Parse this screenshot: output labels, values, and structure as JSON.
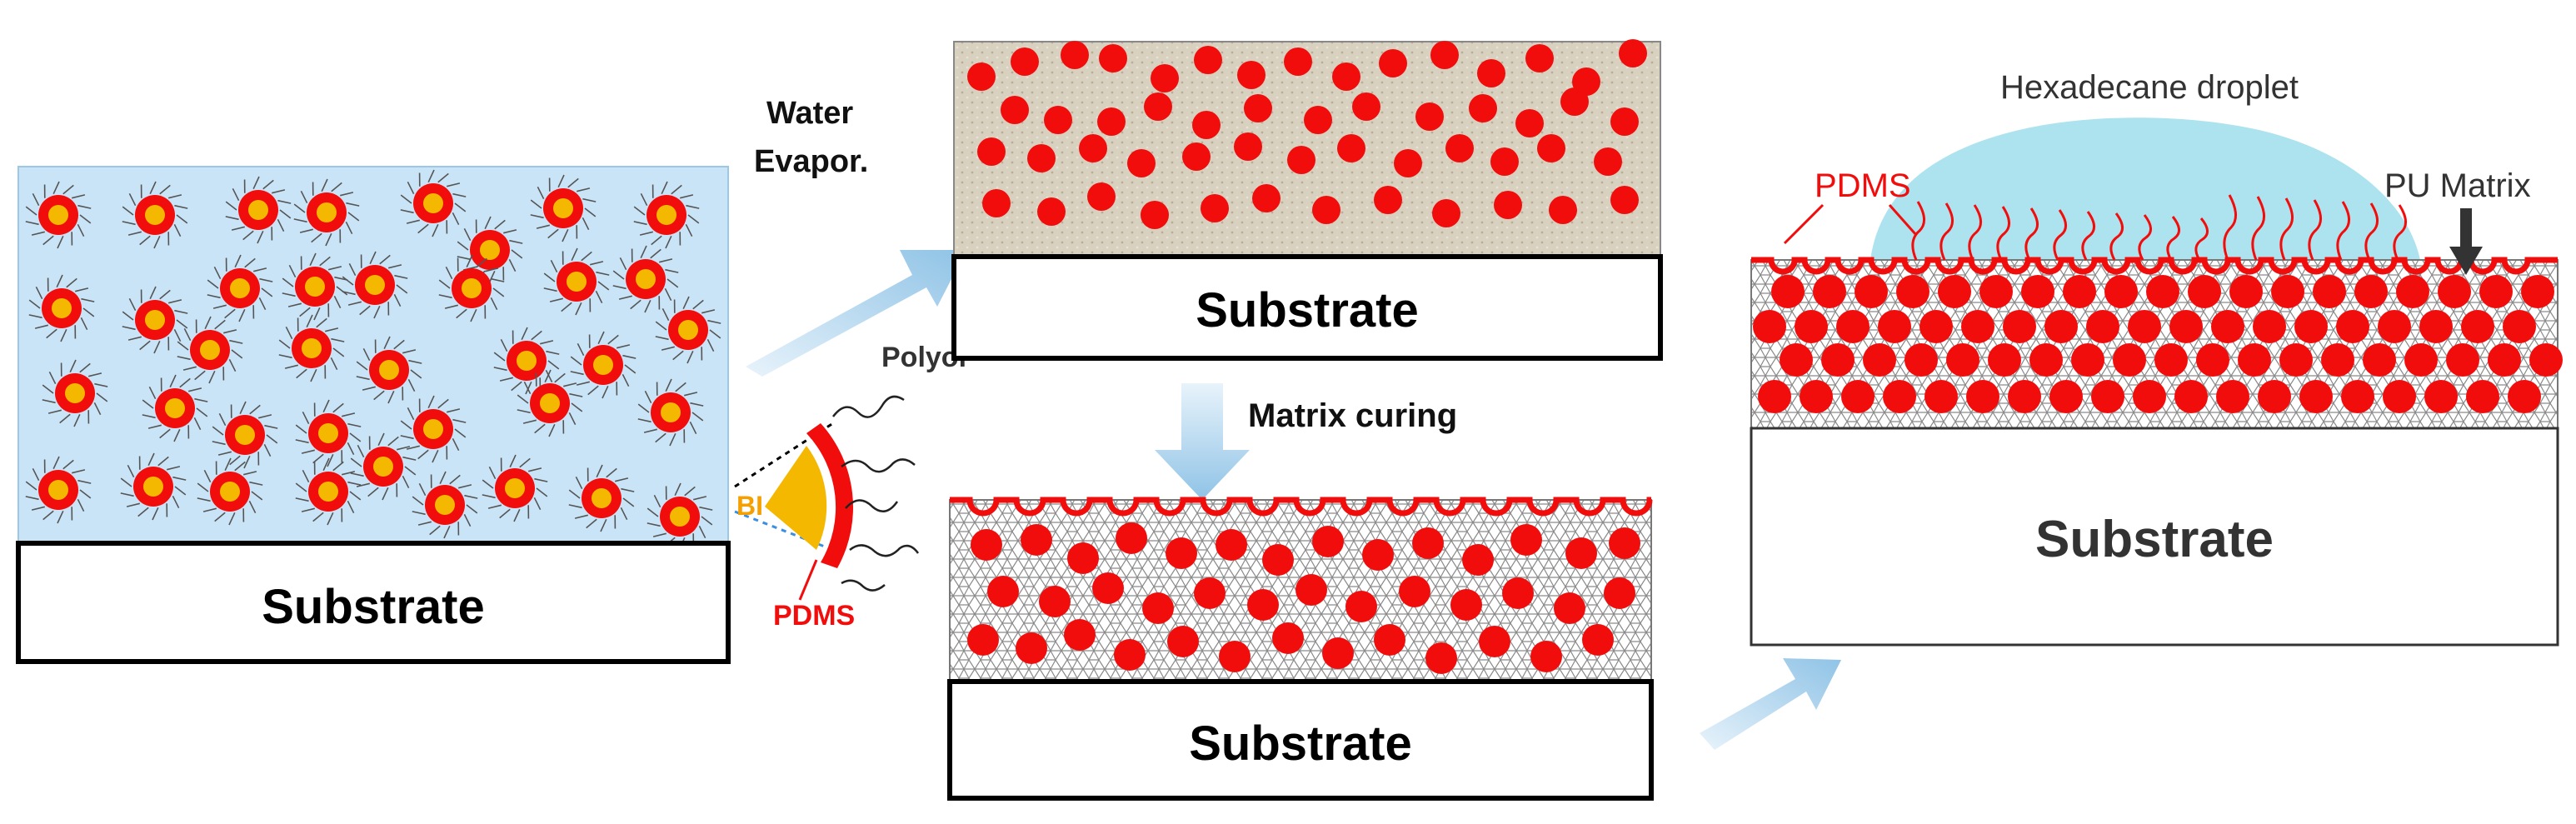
{
  "labels": {
    "substrate": "Substrate",
    "water_evapor_line1": "Water",
    "water_evapor_line2": "Evapor.",
    "polyol": "Polyol",
    "bi": "BI",
    "pdms": "PDMS",
    "matrix_curing": "Matrix curing",
    "hexadecane_droplet": "Hexadecane droplet",
    "pu_matrix": "PU Matrix"
  },
  "colors": {
    "pdms_red": "#f20d0d",
    "bi_yellow": "#f5b800",
    "water_blue": "#c9e4f7",
    "droplet_cyan": "#ade3ee",
    "arrow_blue": "#9ccbe9",
    "dry_film_tan": "#d6cdbb",
    "polyol_line": "#555555"
  }
}
